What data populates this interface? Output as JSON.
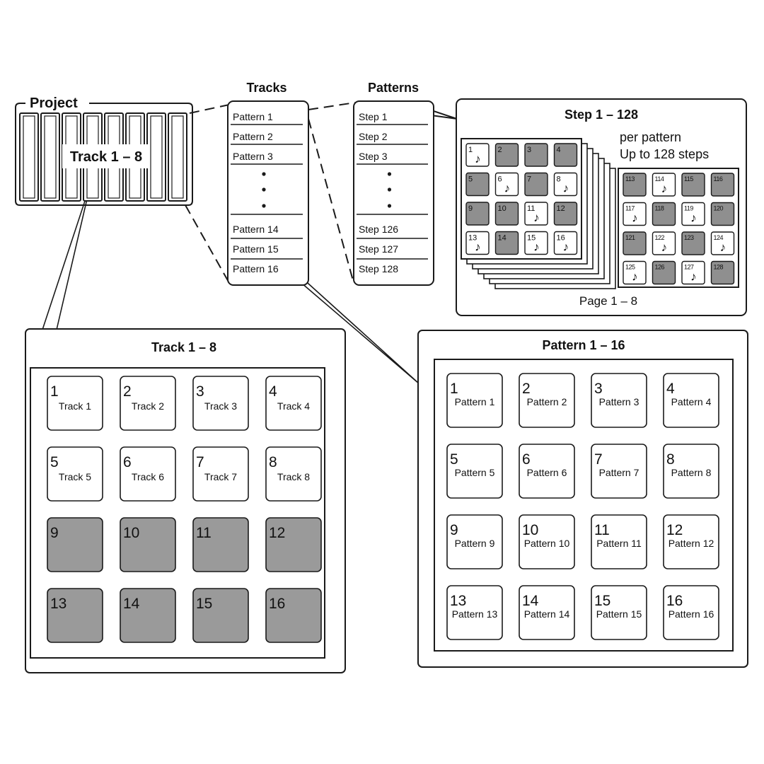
{
  "project": {
    "label": "Project",
    "track_range_label": "Track 1 – 8"
  },
  "tracks_list": {
    "title": "Tracks",
    "items_top": [
      "Pattern 1",
      "Pattern 2",
      "Pattern 3"
    ],
    "items_bottom": [
      "Pattern 14",
      "Pattern 15",
      "Pattern 16"
    ]
  },
  "patterns_list": {
    "title": "Patterns",
    "items_top": [
      "Step 1",
      "Step 2",
      "Step 3"
    ],
    "items_bottom": [
      "Step 126",
      "Step 127",
      "Step 128"
    ]
  },
  "step_panel": {
    "title": "Step 1 – 128",
    "note_line1": "per pattern",
    "note_line2": "Up to 128 steps",
    "page_label": "Page 1 – 8",
    "note_glyph": "♪",
    "front_steps": [
      {
        "n": "1",
        "active": true
      },
      {
        "n": "2",
        "active": false
      },
      {
        "n": "3",
        "active": false
      },
      {
        "n": "4",
        "active": false
      },
      {
        "n": "5",
        "active": false
      },
      {
        "n": "6",
        "active": true
      },
      {
        "n": "7",
        "active": false
      },
      {
        "n": "8",
        "active": true
      },
      {
        "n": "9",
        "active": false
      },
      {
        "n": "10",
        "active": false
      },
      {
        "n": "11",
        "active": true
      },
      {
        "n": "12",
        "active": false
      },
      {
        "n": "13",
        "active": true
      },
      {
        "n": "14",
        "active": false
      },
      {
        "n": "15",
        "active": true
      },
      {
        "n": "16",
        "active": true
      }
    ],
    "last_page_steps": [
      {
        "n": "113",
        "active": false
      },
      {
        "n": "114",
        "active": true
      },
      {
        "n": "115",
        "active": false
      },
      {
        "n": "116",
        "active": false
      },
      {
        "n": "117",
        "active": true
      },
      {
        "n": "118",
        "active": false
      },
      {
        "n": "119",
        "active": true
      },
      {
        "n": "120",
        "active": false
      },
      {
        "n": "121",
        "active": false
      },
      {
        "n": "122",
        "active": true
      },
      {
        "n": "123",
        "active": false
      },
      {
        "n": "124",
        "active": true
      },
      {
        "n": "125",
        "active": true
      },
      {
        "n": "126",
        "active": false
      },
      {
        "n": "127",
        "active": true
      },
      {
        "n": "128",
        "active": false
      }
    ]
  },
  "track_panel": {
    "title": "Track 1 – 8",
    "pads": [
      {
        "n": "1",
        "label": "Track 1",
        "filled": false
      },
      {
        "n": "2",
        "label": "Track 2",
        "filled": false
      },
      {
        "n": "3",
        "label": "Track 3",
        "filled": false
      },
      {
        "n": "4",
        "label": "Track 4",
        "filled": false
      },
      {
        "n": "5",
        "label": "Track 5",
        "filled": false
      },
      {
        "n": "6",
        "label": "Track 6",
        "filled": false
      },
      {
        "n": "7",
        "label": "Track 7",
        "filled": false
      },
      {
        "n": "8",
        "label": "Track 8",
        "filled": false
      },
      {
        "n": "9",
        "label": "",
        "filled": true
      },
      {
        "n": "10",
        "label": "",
        "filled": true
      },
      {
        "n": "11",
        "label": "",
        "filled": true
      },
      {
        "n": "12",
        "label": "",
        "filled": true
      },
      {
        "n": "13",
        "label": "",
        "filled": true
      },
      {
        "n": "14",
        "label": "",
        "filled": true
      },
      {
        "n": "15",
        "label": "",
        "filled": true
      },
      {
        "n": "16",
        "label": "",
        "filled": true
      }
    ]
  },
  "pattern_panel": {
    "title": "Pattern 1 – 16",
    "pads": [
      {
        "n": "1",
        "label": "Pattern 1"
      },
      {
        "n": "2",
        "label": "Pattern 2"
      },
      {
        "n": "3",
        "label": "Pattern 3"
      },
      {
        "n": "4",
        "label": "Pattern 4"
      },
      {
        "n": "5",
        "label": "Pattern 5"
      },
      {
        "n": "6",
        "label": "Pattern 6"
      },
      {
        "n": "7",
        "label": "Pattern 7"
      },
      {
        "n": "8",
        "label": "Pattern 8"
      },
      {
        "n": "9",
        "label": "Pattern 9"
      },
      {
        "n": "10",
        "label": "Pattern 10"
      },
      {
        "n": "11",
        "label": "Pattern 11"
      },
      {
        "n": "12",
        "label": "Pattern 12"
      },
      {
        "n": "13",
        "label": "Pattern 13"
      },
      {
        "n": "14",
        "label": "Pattern 14"
      },
      {
        "n": "15",
        "label": "Pattern 15"
      },
      {
        "n": "16",
        "label": "Pattern 16"
      }
    ]
  },
  "colors": {
    "line": "#1a1a1a",
    "pad_gray": "#9a9a9a",
    "step_gray": "#8f8f8f"
  }
}
